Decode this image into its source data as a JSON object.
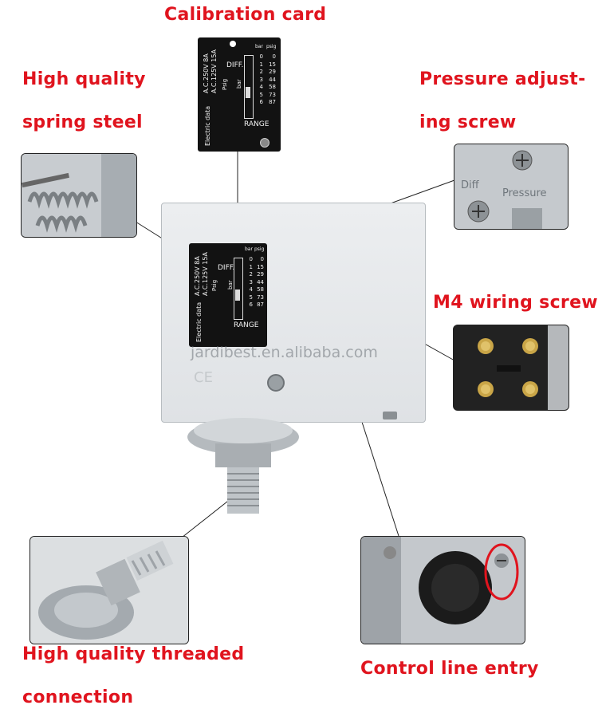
{
  "labels": {
    "calibration_card": "Calibration card",
    "spring_line1": "High quality",
    "spring_line2": "spring steel",
    "pressure_line1": "Pressure adjust-",
    "pressure_line2": "ing screw",
    "m4": "M4 wiring screw",
    "threaded_line1": "High quality threaded",
    "threaded_line2": "connection",
    "control_line": "Control line entry"
  },
  "card": {
    "rating1": "A.C.250V  8A",
    "rating2": "A.C.125V 15A",
    "electric": "Electric data",
    "diff": "DIFF.",
    "range": "RANGE",
    "psig": "Psig",
    "bar": "bar",
    "bar_col": [
      "0",
      "1",
      "2",
      "3",
      "4",
      "5",
      "6"
    ],
    "psig_col": [
      "0",
      "15",
      "29",
      "44",
      "58",
      "73",
      "87"
    ],
    "header_bar": "bar",
    "header_psig": "psig"
  },
  "device": {
    "watermark": "jardibest.en.alibaba.com",
    "ce_mark": "CE"
  },
  "pressure_photo": {
    "diff_text": "Diff",
    "pressure_text": "Pressure"
  },
  "colors": {
    "label_red": "#e0141e",
    "housing": "#e4e7ea"
  }
}
